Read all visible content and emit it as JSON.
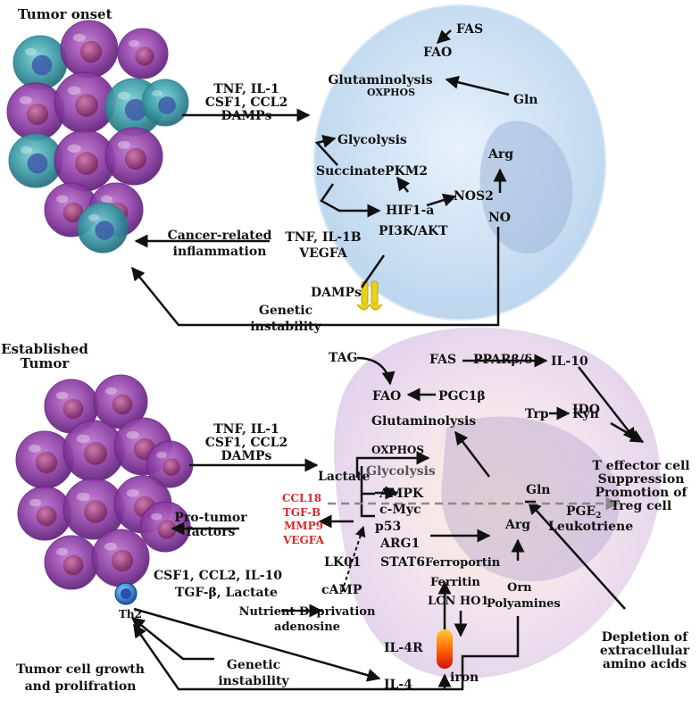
{
  "top": {
    "title": "Tumor onset",
    "signals_in": [
      "TNF, IL-1",
      "CSF1, CCL2",
      "DAMPs"
    ],
    "fas": "FAS",
    "fao": "FAO",
    "glutaminolysis": "Glutaminolysis",
    "oxphos": "OXPHOS",
    "gln": "Gln",
    "glycolysis": "Glycolysis",
    "succinate": "Succinate",
    "pkm2": "PKM2",
    "arg": "Arg",
    "nos2": "NOS2",
    "hif1a": "HIF1-a",
    "pi3k": "PI3K/AKT",
    "no": "NO",
    "cancer_inflam": [
      "Cancer-related",
      "inflammation"
    ],
    "tnf_out": [
      "TNF, IL-1B",
      "VEGFA"
    ],
    "damps": "DAMPs",
    "genetic": [
      "Genetic",
      "instability"
    ]
  },
  "bottom": {
    "title": [
      "Established",
      "Tumor"
    ],
    "signals_in": [
      "TNF, IL-1",
      "CSF1, CCL2",
      "DAMPs"
    ],
    "tag": "TAG",
    "fas": "FAS",
    "ppar": "PPARβ/δ",
    "il10": "IL-10",
    "fao": "FAO",
    "pgc": "PGC1β",
    "glutaminolysis": "Glutaminolysis",
    "trp": "Trp",
    "ido": "IDO",
    "kyn": "Kyn",
    "oxphos": "OXPHOS",
    "lactate": "Lactate",
    "glycolysis": "Glycolysis",
    "ampk": "AMPK",
    "cmyc": "c-Myc",
    "p53": "p53",
    "ccl18": "CCL18",
    "tgfb": "TGF-B",
    "gln": "Gln",
    "teff": [
      "T effector cell",
      "Suppression",
      "Promotion of",
      "Treg cell"
    ],
    "pge2": "PGE",
    "pge2_sub": "2",
    "leuko": "Leukotriene",
    "protumor": [
      "Pro-tumor",
      "factors"
    ],
    "mmp9": "MMP9",
    "vegfa": "VEGFA",
    "lk01": "LK01",
    "arg1": "ARG1",
    "stat6": "STAT6",
    "arg": "Arg",
    "csf1": "CSF1, CCL2, IL-10",
    "tgfb_lac": "TGF-β, Lactate",
    "camp": "cAMP",
    "ferroportin": "Ferroportin",
    "ferritin": "Ferritin",
    "lcn": "LCN HO1",
    "orn": "Orn",
    "polyamines": "Polyamines",
    "nutrient": [
      "Nutrient Deprivation",
      "adenosine"
    ],
    "th2": "Th2",
    "il4r": "IL-4R",
    "iron": "iron",
    "depletion": [
      "Depletion of",
      "extracellular",
      "amino acids"
    ],
    "growth": [
      "Tumor cell growth",
      "and prolifration"
    ],
    "genetic": [
      "Genetic",
      "instability"
    ],
    "il4": "IL-4"
  }
}
